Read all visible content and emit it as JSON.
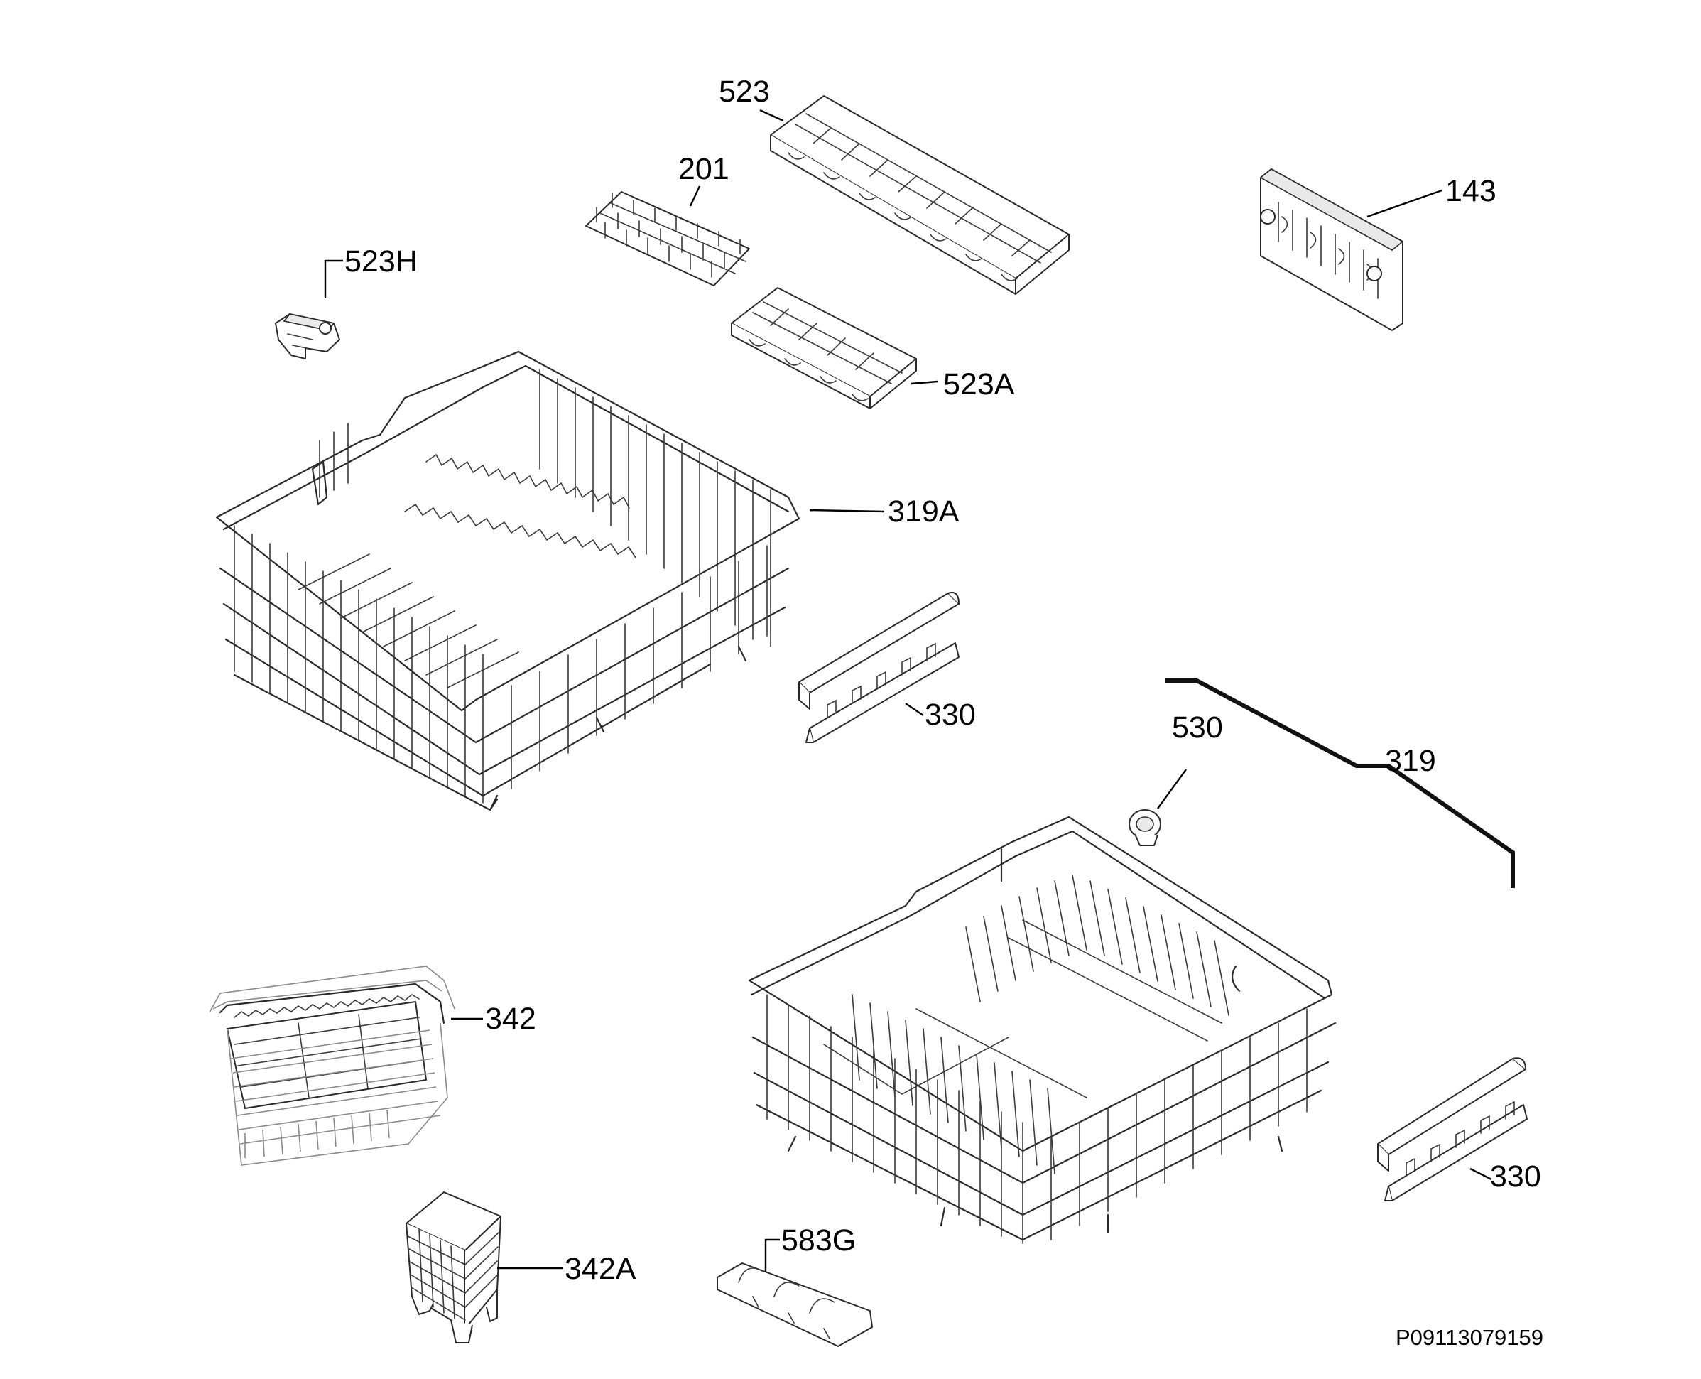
{
  "diagram": {
    "parts": [
      {
        "id": "p523",
        "label": "523"
      },
      {
        "id": "p201",
        "label": "201"
      },
      {
        "id": "p143",
        "label": "143"
      },
      {
        "id": "p523h",
        "label": "523H"
      },
      {
        "id": "p523a",
        "label": "523A"
      },
      {
        "id": "p319a",
        "label": "319A"
      },
      {
        "id": "p330a",
        "label": "330"
      },
      {
        "id": "p530",
        "label": "530"
      },
      {
        "id": "p319",
        "label": "319"
      },
      {
        "id": "p342",
        "label": "342"
      },
      {
        "id": "p330b",
        "label": "330"
      },
      {
        "id": "p583g",
        "label": "583G"
      },
      {
        "id": "p342a",
        "label": "342A"
      }
    ],
    "reference_code": "P09113079159"
  }
}
